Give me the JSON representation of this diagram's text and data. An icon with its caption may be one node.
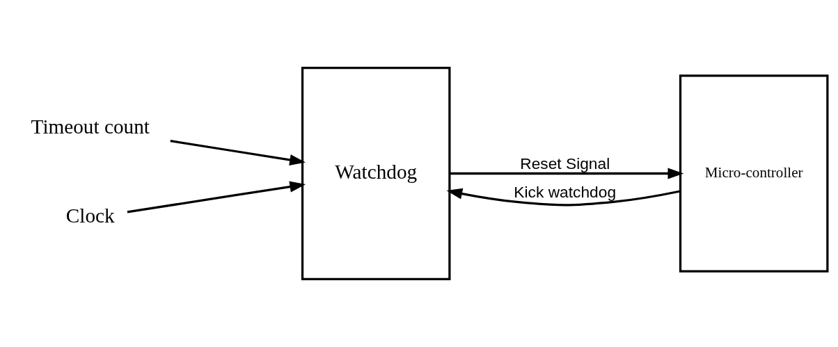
{
  "diagram": {
    "nodes": [
      {
        "text": [
          "Timeout count"
        ]
      },
      {
        "text": [
          "Clock"
        ]
      },
      {
        "text": [
          "Watchdog"
        ]
      },
      {
        "text": [
          "Micro-controller"
        ]
      }
    ],
    "edges": [
      {
        "from": 0,
        "to": 2,
        "arrow": "to"
      },
      {
        "from": 1,
        "to": 2,
        "arrow": "to"
      },
      {
        "from": 2,
        "to": 3,
        "arrow": "to",
        "label": "Reset Signal"
      },
      {
        "from": 3,
        "to": 2,
        "arrow": "to",
        "label": "Kick watchdog"
      }
    ]
  }
}
